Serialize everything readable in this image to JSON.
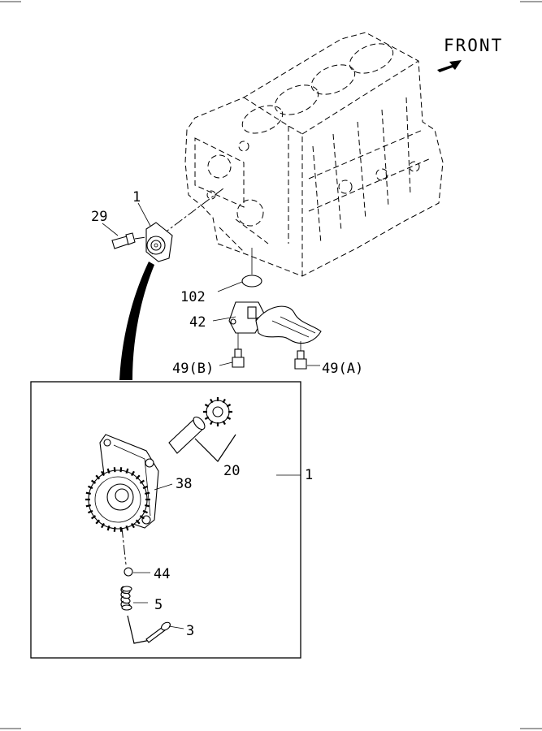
{
  "front_label": "FRONT",
  "callouts": {
    "c1_top": "1",
    "c29": "29",
    "c102": "102",
    "c42": "42",
    "c49b": "49(B)",
    "c49a": "49(A)",
    "c20": "20",
    "c38": "38",
    "c1_box": "1",
    "c44": "44",
    "c5": "5",
    "c3": "3"
  }
}
